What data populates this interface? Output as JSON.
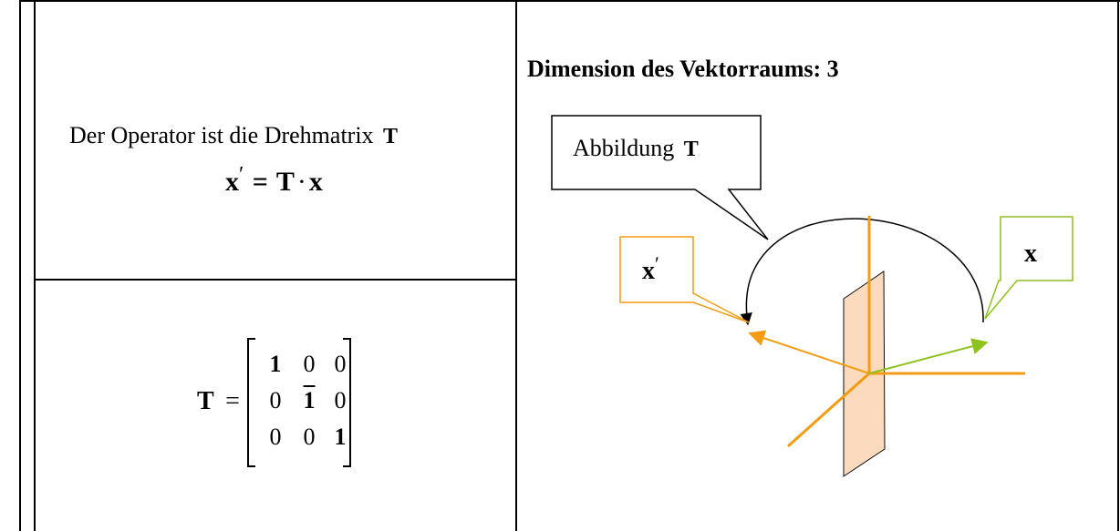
{
  "left": {
    "operator_text": "Der Operator ist die Drehmatrix",
    "operator_symbol": "T",
    "equation": {
      "lhs": "x",
      "prime": "′",
      "equals": "=",
      "op": "T",
      "dot": "·",
      "rhs": "x"
    },
    "matrix": {
      "name": "T",
      "equals": "=",
      "rows": [
        [
          {
            "v": "1",
            "bold": true,
            "bar": false
          },
          {
            "v": "0",
            "bold": false,
            "bar": false
          },
          {
            "v": "0",
            "bold": false,
            "bar": false
          }
        ],
        [
          {
            "v": "0",
            "bold": false,
            "bar": false
          },
          {
            "v": "1",
            "bold": true,
            "bar": true
          },
          {
            "v": "0",
            "bold": false,
            "bar": false
          }
        ],
        [
          {
            "v": "0",
            "bold": false,
            "bar": false
          },
          {
            "v": "0",
            "bold": false,
            "bar": false
          },
          {
            "v": "1",
            "bold": true,
            "bar": false
          }
        ]
      ]
    }
  },
  "right": {
    "heading": "Dimension des Vektorraums: 3",
    "callout_text": "Abbildung",
    "callout_symbol": "T",
    "label_x_prime": "x",
    "prime": "′",
    "label_x": "x"
  },
  "colors": {
    "orange": "#f39c12",
    "green": "#8dc21f",
    "plane_fill": "#fbd9bb",
    "border": "#000000"
  }
}
